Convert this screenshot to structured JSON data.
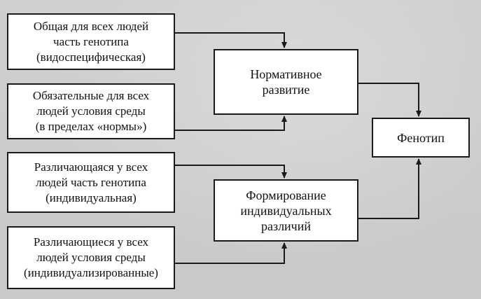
{
  "inputs": {
    "common_genotype": "Общая для всех людей\nчасть генотипа\n(видоспецифическая)",
    "common_environment": "Обязательные для всех\nлюдей условия среды\n(в пределах «нормы»)",
    "different_genotype": "Различающаяся у всех\nлюдей часть генотипа\n(индивидуальная)",
    "different_environment": "Различающиеся у всех\nлюдей условия среды\n(индивидуализированные)"
  },
  "processes": {
    "normative": "Нормативное\nразвитие",
    "individual": "Формирование\nиндивидуальных\nразличий"
  },
  "result": {
    "phenotype": "Фенотип"
  },
  "colors": {
    "line": "#1a1a1a",
    "box_bg": "#ffffff",
    "page_bg": "#cfcfcf"
  }
}
